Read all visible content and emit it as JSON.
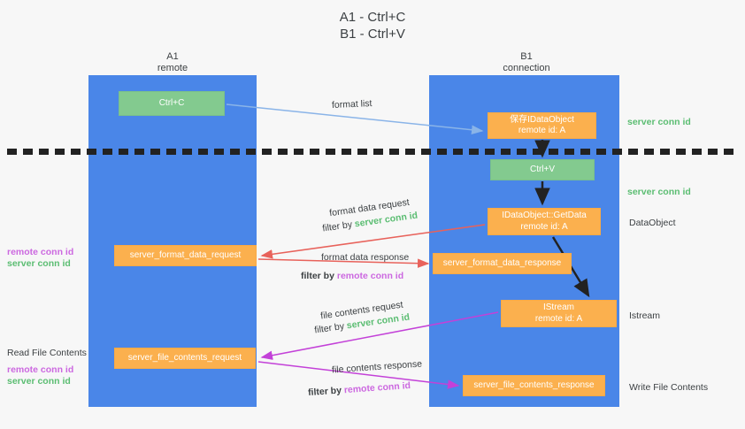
{
  "title": "A1 - Ctrl+C\nB1 - Ctrl+V",
  "columns": {
    "a1": "A1\nremote",
    "b1": "B1\nconnection"
  },
  "boxes": {
    "ctrl_c": "Ctrl+C",
    "save_idataobject": "保存IDataObject\nremote id: A",
    "ctrl_v": "Ctrl+V",
    "getdata": "IDataObject::GetData\nremote id: A",
    "istream": "IStream\nremote id: A",
    "server_format_data_request": "server_format_data_request",
    "server_format_data_response": "server_format_data_response",
    "server_file_contents_request": "server_file_contents_request",
    "server_file_contents_response": "server_file_contents_response"
  },
  "arrow_labels": {
    "format_list": "format list",
    "format_data_request": "format data request",
    "filter_by": "filter by",
    "format_data_response": "format data response",
    "file_contents_request": "file contents request",
    "file_contents_response": "file contents response"
  },
  "conn_ids": {
    "server": "server conn id",
    "remote": "remote conn id"
  },
  "right_annotations": {
    "server_conn_top": "server conn id",
    "server_conn_mid": "server conn id",
    "dataobject": "DataObject",
    "istream": "Istream",
    "write_file_contents": "Write File Contents"
  },
  "left_annotations": {
    "read_file_contents": "Read File Contents"
  },
  "colors": {
    "lane": "#4a86e8",
    "green_box": "#83ca8f",
    "orange_box": "#fbb04e",
    "server_conn_text": "#5bbd72",
    "remote_conn_text": "#cc68e0",
    "format_list_arrow": "#8ab4e8",
    "format_data_arrow": "#e8625b",
    "file_contents_arrow": "#c341d8",
    "flow_arrow": "#222222",
    "background": "#f7f7f7"
  }
}
